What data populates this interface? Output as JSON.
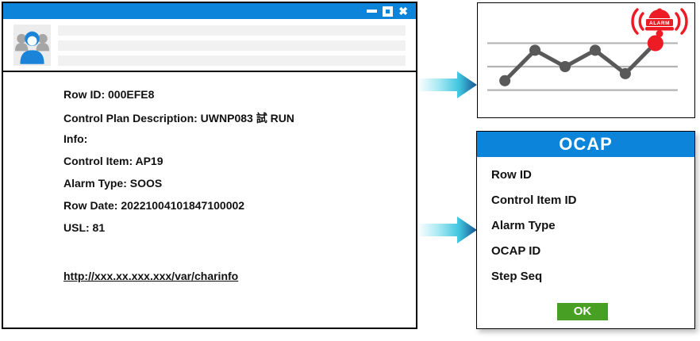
{
  "palette": {
    "blue": "#0c84da",
    "green": "#47a023",
    "red": "#ed1c24",
    "chart_line_gray": "#595959",
    "gridline_gray": "#b3b3b3"
  },
  "alarm_window": {
    "titlebar": {
      "close_glyph": "✖"
    },
    "header": {
      "avatar_icon": "contacts-group-icon",
      "placeholder_line_count": 3
    },
    "fields": [
      "Row ID: 000EFE8",
      "Control Plan Description: UWNP083 試 RUN",
      "Info:",
      "Control Item: AP19",
      "Alarm Type: SOOS",
      "Row Date: 20221004101847100002",
      "USL: 81"
    ],
    "link": "http://xxx.xx.xxx.xxx/var/charinfo"
  },
  "chart_panel": {
    "alarm_icon_label": "ALARM"
  },
  "chart_data": {
    "type": "line",
    "x": [
      1,
      2,
      3,
      4,
      5,
      6
    ],
    "values": [
      0.4,
      1.7,
      1.0,
      1.7,
      0.7,
      2.0
    ],
    "gridlines": [
      0,
      1,
      2
    ],
    "alarm_point_index": 5,
    "title": "",
    "xlabel": "",
    "ylabel": "",
    "line_color": "#595959",
    "point_color": "#595959",
    "alarm_color": "#ed1c24",
    "gridline_color": "#b3b3b3",
    "legend": false
  },
  "ocap_panel": {
    "title": "OCAP",
    "items": [
      "Row ID",
      "Control Item ID",
      "Alarm Type",
      "OCAP ID",
      "Step Seq"
    ],
    "ok_label": "OK"
  }
}
